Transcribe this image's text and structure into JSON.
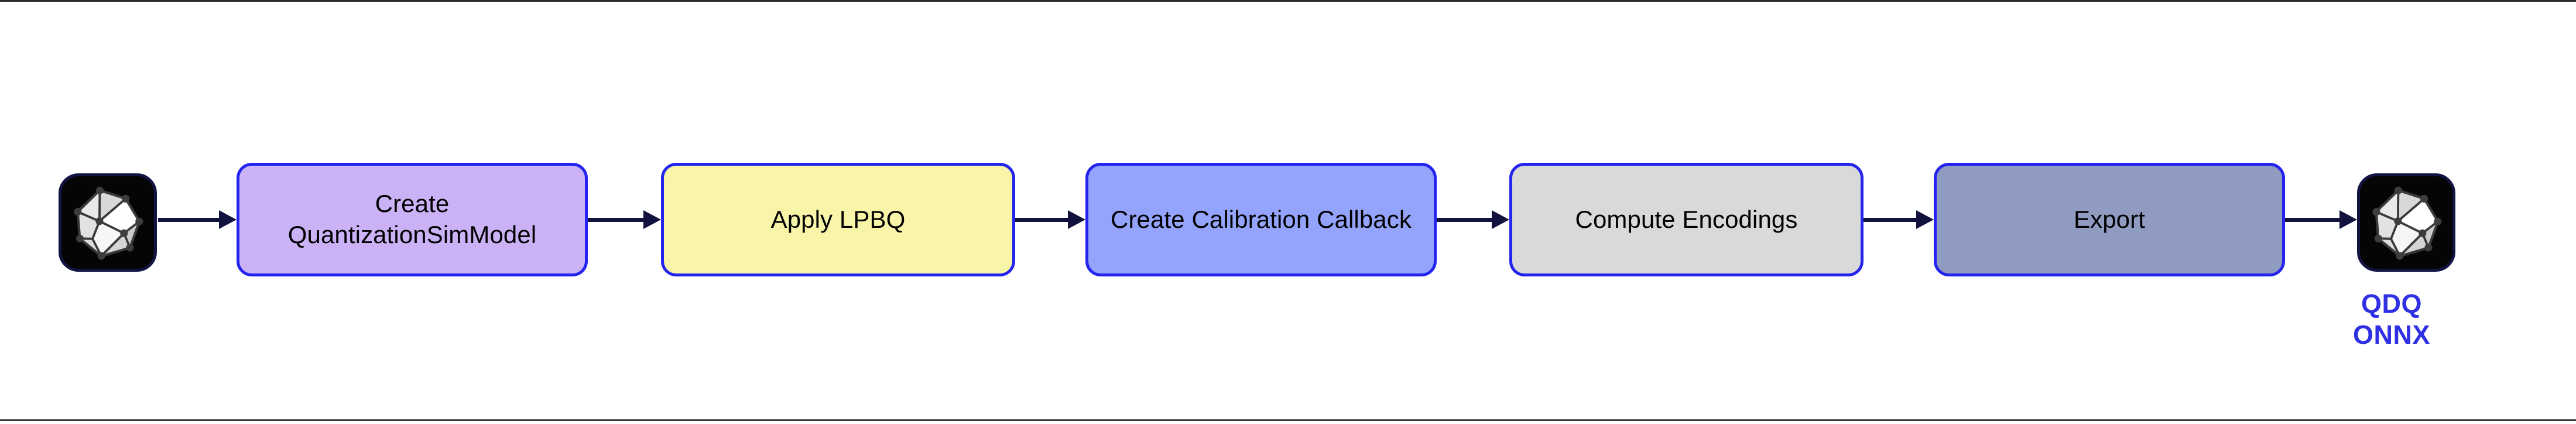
{
  "diagram": {
    "title": "LPBQ quantization export workflow",
    "type": "left-to-right pipeline flowchart",
    "colors": {
      "page_background": "#ffffff",
      "node_border": "#2424ee",
      "arrow": "#12123f",
      "caption_text": "#2f2fe3",
      "logo_tile_background": "#050505",
      "logo_tile_border": "#131344"
    },
    "input": {
      "icon": "onnx-logo-icon",
      "label": ""
    },
    "steps": [
      {
        "id": "create-quantizationsimmodel",
        "label": "Create QuantizationSimModel",
        "fill": "#cbb2f7"
      },
      {
        "id": "apply-lpbq",
        "label": "Apply LPBQ",
        "fill": "#f8f4a8"
      },
      {
        "id": "create-calibration-callback",
        "label": "Create Calibration Callback",
        "fill": "#94a3fb"
      },
      {
        "id": "compute-encodings",
        "label": "Compute Encodings",
        "fill": "#d9d9d9"
      },
      {
        "id": "export",
        "label": "Export",
        "fill": "#8f9bc0"
      }
    ],
    "output": {
      "icon": "onnx-logo-icon",
      "caption_line1": "QDQ",
      "caption_line2": "ONNX"
    },
    "connectors": [
      {
        "from": "input-onnx-model",
        "to": "create-quantizationsimmodel"
      },
      {
        "from": "create-quantizationsimmodel",
        "to": "apply-lpbq"
      },
      {
        "from": "apply-lpbq",
        "to": "create-calibration-callback"
      },
      {
        "from": "create-calibration-callback",
        "to": "compute-encodings"
      },
      {
        "from": "compute-encodings",
        "to": "export"
      },
      {
        "from": "export",
        "to": "output-qdq-onnx"
      }
    ]
  }
}
